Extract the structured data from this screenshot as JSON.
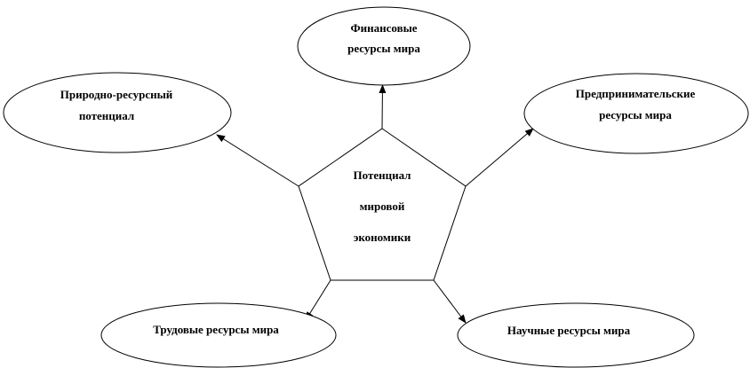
{
  "center": {
    "lines": [
      "Потенциал",
      "мировой",
      "экономики"
    ]
  },
  "nodes": {
    "financial": {
      "lines": [
        "Финансовые",
        "ресурсы мира"
      ]
    },
    "natural": {
      "lines": [
        "Природно-ресурсный",
        "потенциал"
      ]
    },
    "entrepreneurial": {
      "lines": [
        "Предпринимательские",
        "ресурсы мира"
      ]
    },
    "labor": {
      "lines": [
        "Трудовые ресурсы мира"
      ]
    },
    "scientific": {
      "lines": [
        "Научные ресурсы мира"
      ]
    }
  },
  "colors": {
    "stroke": "#000000",
    "fill": "#ffffff",
    "text": "#000000"
  }
}
